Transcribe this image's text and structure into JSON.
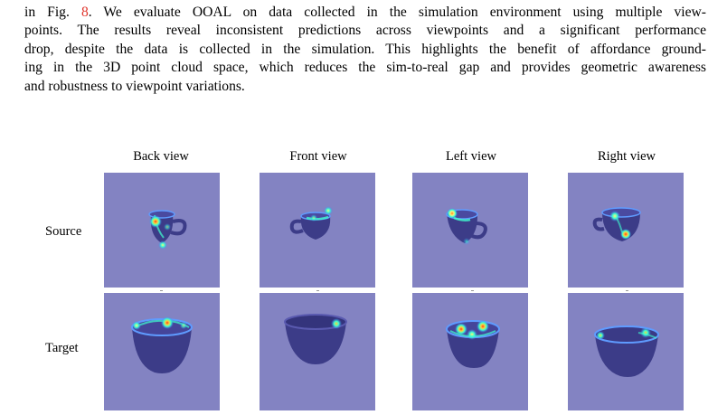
{
  "paragraph": {
    "line1_before": "in Fig. ",
    "line1_ref": "8",
    "line1_after": ". We evaluate OOAL on data collected in the simulation environment using multiple view-",
    "line2": "points. The results reveal inconsistent predictions across viewpoints and a significant performance",
    "line3": "drop, despite the data is collected in the simulation. This highlights the benefit of affordance ground-",
    "line4": "ing in the 3D point cloud space, which reduces the sim-to-real gap and provides geometric awareness",
    "line5": "and robustness to viewpoint variations."
  },
  "figure": {
    "columns": [
      "Back view",
      "Front view",
      "Left view",
      "Right view"
    ],
    "rows": [
      "Source",
      "Target"
    ],
    "colors": {
      "panel_background": "#8383c2",
      "object_body": "#3c3c88",
      "heat_low": "#3a7bff",
      "heat_mid": "#3effd0",
      "heat_high": "#ffd23a",
      "heat_peak": "#ff3a1a"
    },
    "objects": {
      "source": "mug-with-handle",
      "target": "bowl"
    }
  }
}
